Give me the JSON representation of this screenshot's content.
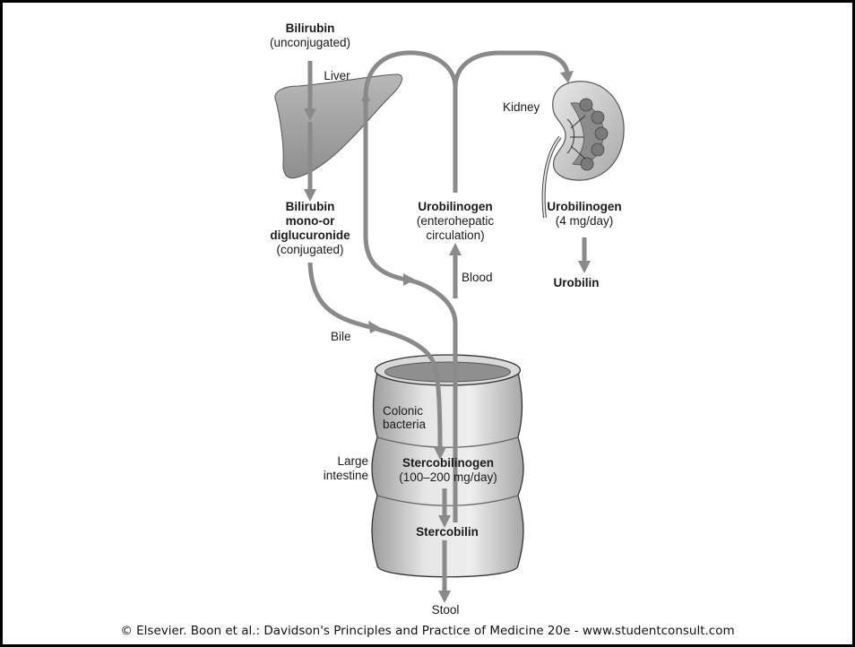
{
  "labels": {
    "bilirubin": "Bilirubin",
    "unconjugated": "(unconjugated)",
    "liver": "Liver",
    "bilirubin_gluc": "Bilirubin",
    "mono_or": "mono-or",
    "diglucuronide": "diglucuronide",
    "conjugated": "(conjugated)",
    "urobilinogen_ent": "Urobilinogen",
    "enterohepatic": "(enterohepatic",
    "circulation": "circulation)",
    "blood": "Blood",
    "kidney": "Kidney",
    "urobilinogen_kid": "Urobilinogen",
    "uro_rate": "(4 mg/day)",
    "urobilin": "Urobilin",
    "bile": "Bile",
    "colonic": "Colonic",
    "bacteria": "bacteria",
    "large": "Large",
    "intestine": "intestine",
    "stercobilinogen": "Stercobilinogen",
    "sterco_rate": "(100–200 mg/day)",
    "stercobilin": "Stercobilin",
    "stool": "Stool"
  },
  "caption": "© Elsevier. Boon et al.: Davidson's Principles and Practice of Medicine 20e - www.studentconsult.com",
  "colors": {
    "arrow": "#8a8a8a",
    "organ_fill": "#a9a9a9",
    "organ_dark": "#6f6f6f",
    "border": "#000000",
    "background": "#ffffff"
  }
}
